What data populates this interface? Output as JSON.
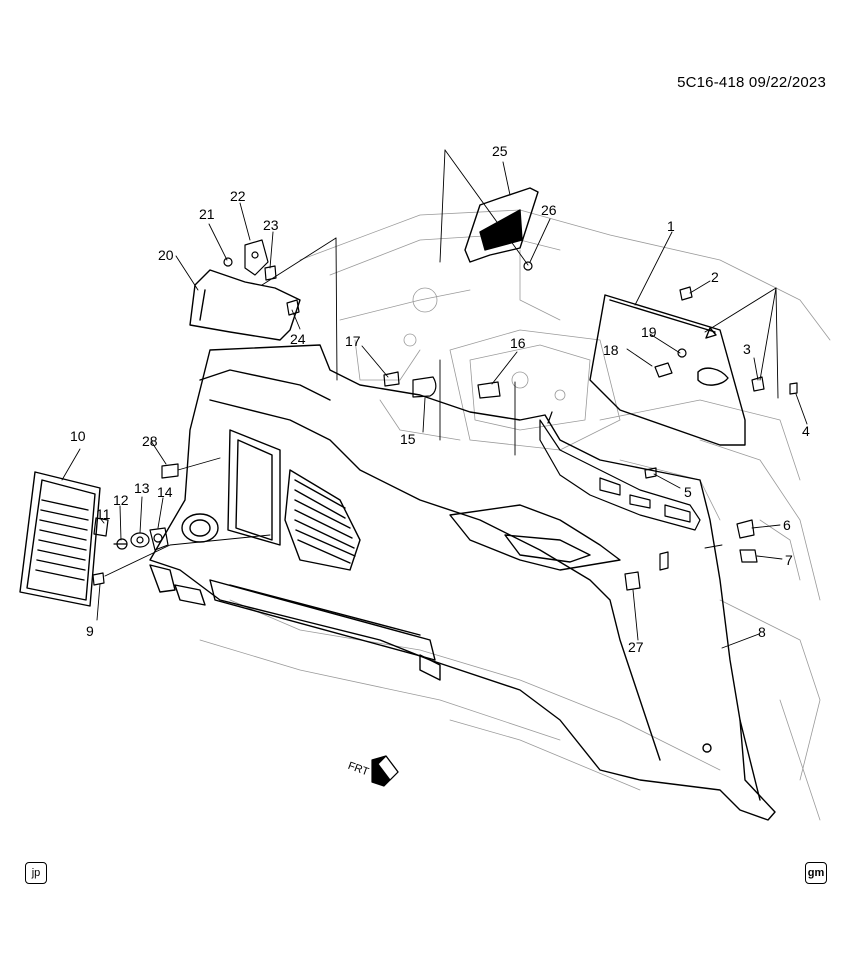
{
  "header": {
    "doc_id": "5C16-418  09/22/2023"
  },
  "footer": {
    "left_badge": "jp",
    "right_badge": "gm"
  },
  "direction_arrow": {
    "label": "FRT"
  },
  "callouts": [
    {
      "num": "1"
    },
    {
      "num": "2"
    },
    {
      "num": "3"
    },
    {
      "num": "4"
    },
    {
      "num": "5"
    },
    {
      "num": "6"
    },
    {
      "num": "7"
    },
    {
      "num": "8"
    },
    {
      "num": "9"
    },
    {
      "num": "10"
    },
    {
      "num": "11"
    },
    {
      "num": "12"
    },
    {
      "num": "13"
    },
    {
      "num": "14"
    },
    {
      "num": "15"
    },
    {
      "num": "16"
    },
    {
      "num": "17"
    },
    {
      "num": "18"
    },
    {
      "num": "19"
    },
    {
      "num": "20"
    },
    {
      "num": "21"
    },
    {
      "num": "22"
    },
    {
      "num": "23"
    },
    {
      "num": "24"
    },
    {
      "num": "25"
    },
    {
      "num": "26"
    },
    {
      "num": "27"
    },
    {
      "num": "28"
    }
  ]
}
